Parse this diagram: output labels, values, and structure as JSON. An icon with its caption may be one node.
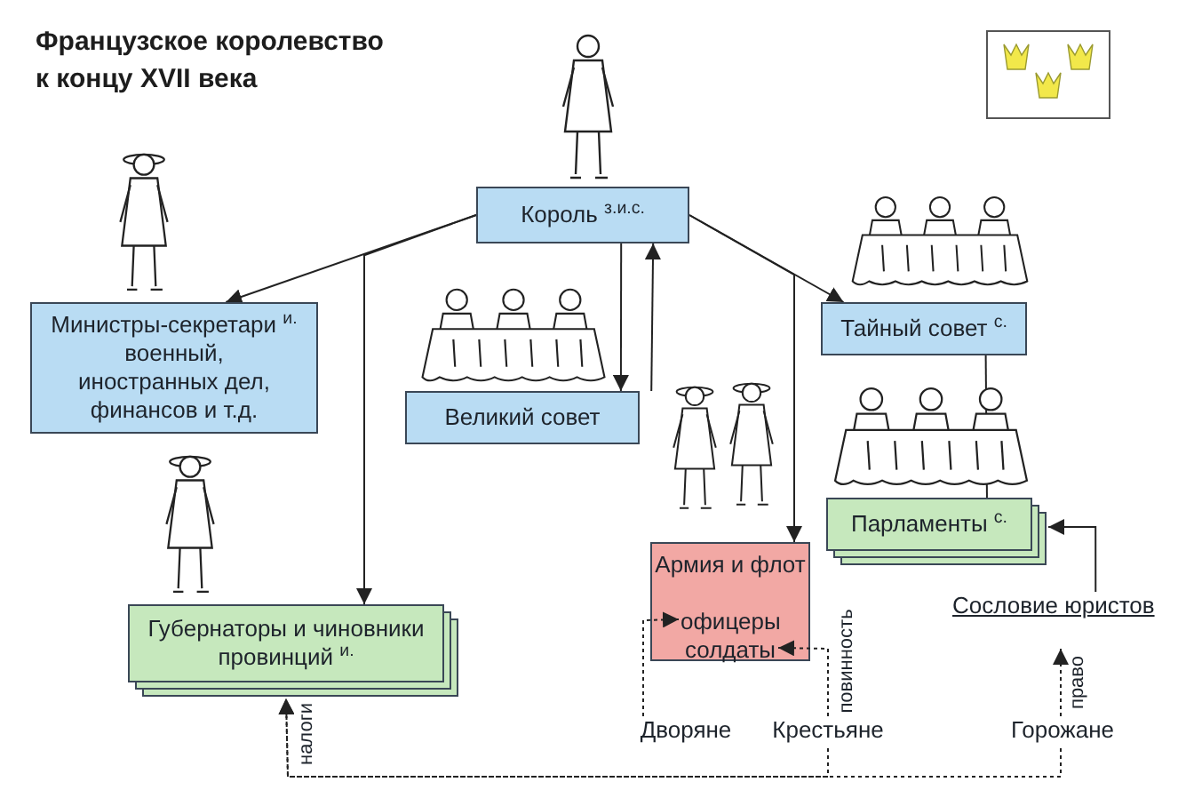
{
  "diagram": {
    "title": "Французское королевство к концу XVII века",
    "nodes": [
      {
        "text": [
          "Король $^{з.и.с.}$"
        ]
      },
      {
        "text": [
          "Министры-секретари $^{и.}$",
          "военный, иностранных дел, финансов и т.д."
        ]
      },
      {
        "text": [
          "Великий совет"
        ]
      },
      {
        "text": [
          "Тайный совет $^{с.}$"
        ]
      },
      {
        "text": [
          "Парламенты $^{с.}$"
        ]
      },
      {
        "text": [
          "Армия и флот"
        ]
      },
      {
        "text": [
          "офицеры"
        ],
        "in": 5
      },
      {
        "text": [
          "солдаты"
        ],
        "in": 5
      },
      {
        "text": [
          "Губернаторы и чиновники провинций $^{и.}$"
        ]
      },
      {
        "text": [
          "Сословие юристов"
        ]
      },
      {
        "text": [
          "Дворяне"
        ]
      },
      {
        "text": [
          "Крестьяне"
        ]
      },
      {
        "text": [
          "Горожане"
        ]
      }
    ],
    "edges": [
      {
        "from": 0,
        "to": 1,
        "arrow": "to"
      },
      {
        "from": 0,
        "to": 8,
        "arrow": "to"
      },
      {
        "from": 0,
        "to": 2,
        "arrow": "to"
      },
      {
        "from": 2,
        "to": 0,
        "arrow": "to"
      },
      {
        "from": 0,
        "to": 3,
        "arrow": "to"
      },
      {
        "from": 0,
        "to": 5,
        "arrow": "to"
      },
      {
        "from": 3,
        "to": 4,
        "arrow": "none"
      },
      {
        "from": 9,
        "to": 4,
        "arrow": "to"
      },
      {
        "from": 10,
        "to": 6,
        "arrow": "to",
        "style": "dashed"
      },
      {
        "from": 11,
        "to": 7,
        "arrow": "to",
        "style": "dashed",
        "label": "повинность"
      },
      {
        "from": 12,
        "to": 9,
        "arrow": "to",
        "style": "dashed",
        "label": "право"
      },
      {
        "from": 11,
        "to": 8,
        "arrow": "to",
        "style": "dashed",
        "label": "налоги"
      },
      {
        "from": 12,
        "to": 8,
        "arrow": "to",
        "style": "dashed"
      }
    ]
  }
}
